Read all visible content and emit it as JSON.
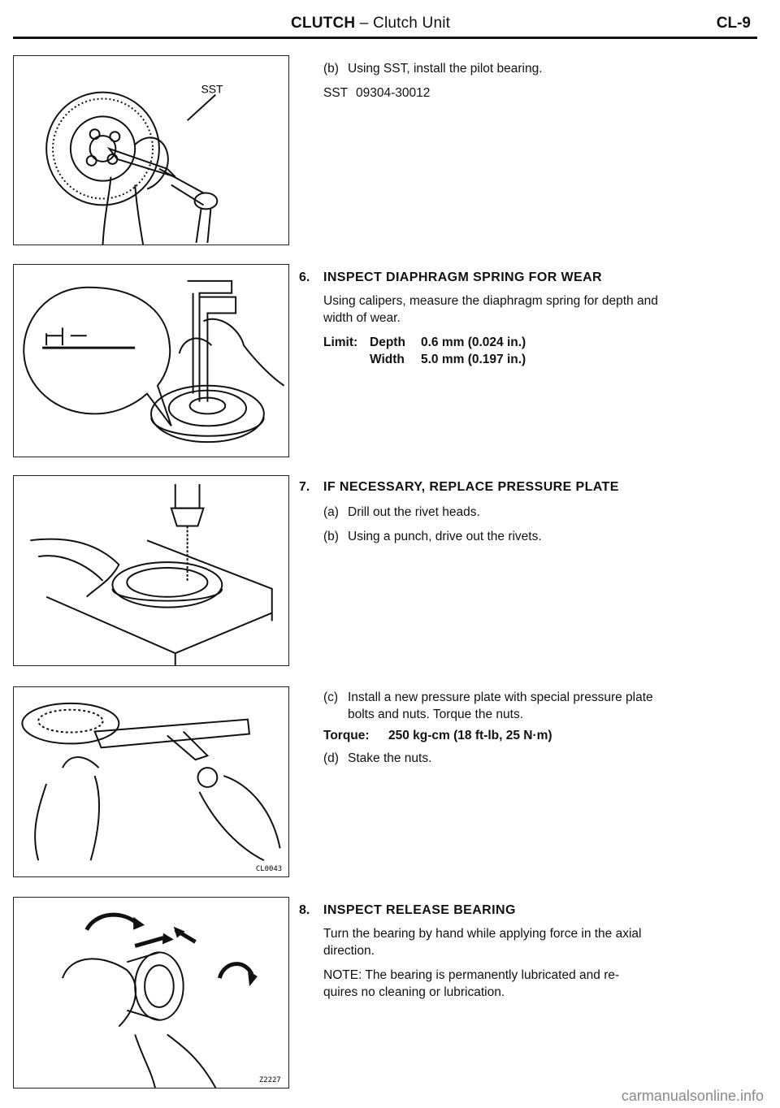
{
  "header": {
    "title_bold": "CLUTCH",
    "title_rest": " – Clutch Unit",
    "page_number": "CL-9"
  },
  "figures": {
    "fig1": {
      "callout": "SST"
    },
    "fig4": {
      "code": "CL0043"
    },
    "fig5": {
      "code": "Z2227"
    }
  },
  "step5b": {
    "label": "(b)",
    "text": "Using SST, install the pilot bearing.",
    "sst_label": "SST",
    "sst_number": "09304-30012"
  },
  "step6": {
    "number": "6.",
    "title": "INSPECT DIAPHRAGM SPRING FOR WEAR",
    "body_line1": "Using calipers, measure the diaphragm spring for depth and",
    "body_line2": "width of wear.",
    "limit_label": "Limit:",
    "depth_label": "Depth",
    "depth_value": "0.6 mm (0.024 in.)",
    "width_label": "Width",
    "width_value": "5.0 mm (0.197 in.)"
  },
  "step7": {
    "number": "7.",
    "title": "IF NECESSARY, REPLACE PRESSURE PLATE",
    "a_label": "(a)",
    "a_text": "Drill out the rivet heads.",
    "b_label": "(b)",
    "b_text": "Using a punch, drive out the rivets.",
    "c_label": "(c)",
    "c_line1": "Install a new pressure plate with special pressure plate",
    "c_line2": "bolts and nuts. Torque the nuts.",
    "torque_label": "Torque:",
    "torque_value": "250 kg-cm (18 ft-lb, 25 N·m)",
    "d_label": "(d)",
    "d_text": "Stake the nuts."
  },
  "step8": {
    "number": "8.",
    "title": "INSPECT RELEASE BEARING",
    "body_line1": "Turn the bearing by hand while applying force in the axial",
    "body_line2": "direction.",
    "note_line1": "NOTE: The bearing is permanently lubricated and re-",
    "note_line2": "quires no cleaning or lubrication."
  },
  "watermark": "carmanualsonline.info"
}
